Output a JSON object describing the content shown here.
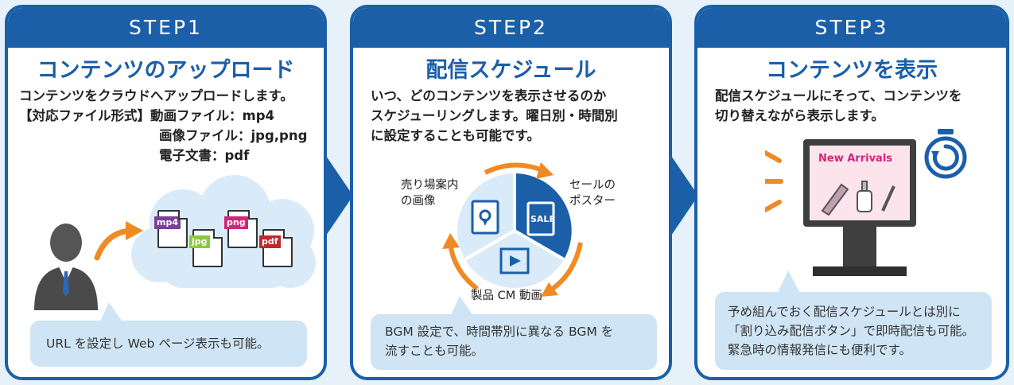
{
  "step1": {
    "header": "STEP1",
    "title": "コンテンツのアップロード",
    "desc1": "コンテンツをクラウドへアップロードします。",
    "format_label": "【対応ファイル形式】",
    "format_video": "動画ファイル：mp4",
    "format_image": "画像ファイル：jpg,png",
    "format_doc": "電子文書：pdf",
    "files": [
      "mp4",
      "jpg",
      "png",
      "pdf"
    ],
    "note": "URL を設定し Web ページ表示も可能。"
  },
  "step2": {
    "header": "STEP2",
    "title": "配信スケジュール",
    "desc": [
      "いつ、どのコンテンツを表示させるのか",
      "スケジューリングします。曜日別・時間別",
      "に設定することも可能です。"
    ],
    "label_image": [
      "売り場案内",
      "の画像"
    ],
    "label_poster": [
      "セールの",
      "ポスター"
    ],
    "label_video": "製品 CM 動画",
    "sale_tag": "SALE",
    "note": [
      "BGM 設定で、時間帯別に異なる BGM を",
      "流すことも可能。"
    ]
  },
  "step3": {
    "header": "STEP3",
    "title": "コンテンツを表示",
    "desc": [
      "配信スケジュールにそって、コンテンツを",
      "切り替えながら表示します。"
    ],
    "screen_text": "New Arrivals",
    "note": [
      "予め組んでおく配信スケジュールとは別に",
      "「割り込み配信ボタン」で即時配信も可能。",
      "緊急時の情報発信にも便利です。"
    ]
  },
  "colors": {
    "primary": "#1b5fa8",
    "accent": "#f08a24",
    "light": "#cfe5f5",
    "mp4": "#7c3f98",
    "jpg": "#8dc63f",
    "png": "#d6237a",
    "pdf": "#c1272d"
  }
}
